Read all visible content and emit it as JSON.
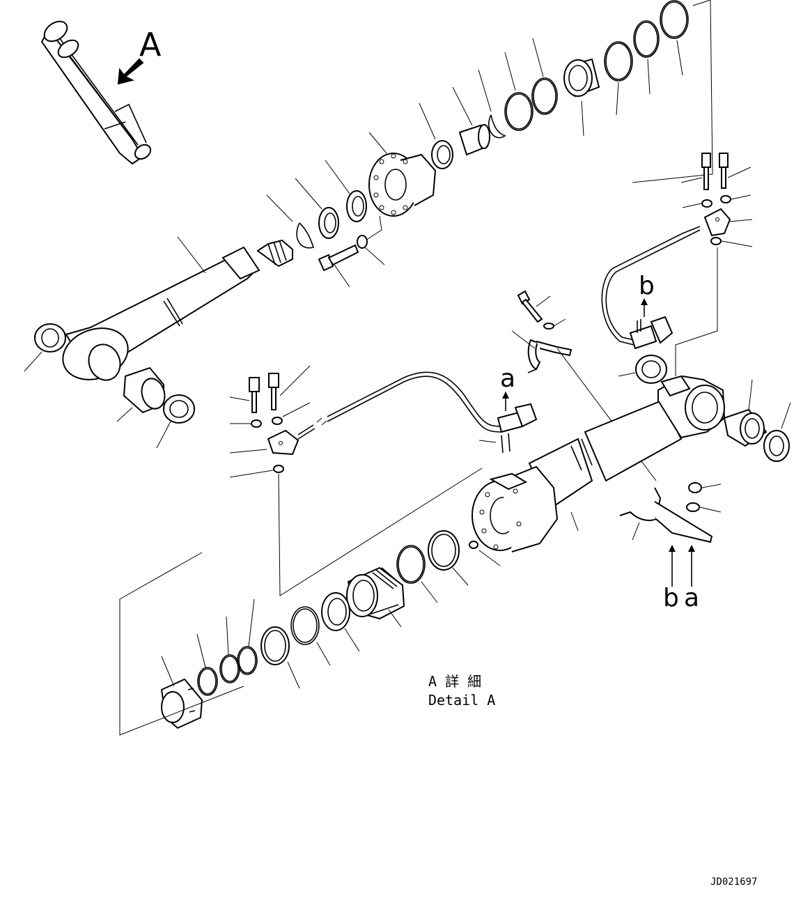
{
  "diagram": {
    "view_label": "A",
    "detail_title_jp": "A 詳 細",
    "detail_title_en": "Detail A",
    "ref_a": "a",
    "ref_b": "b",
    "drawing_code": "JD021697"
  }
}
